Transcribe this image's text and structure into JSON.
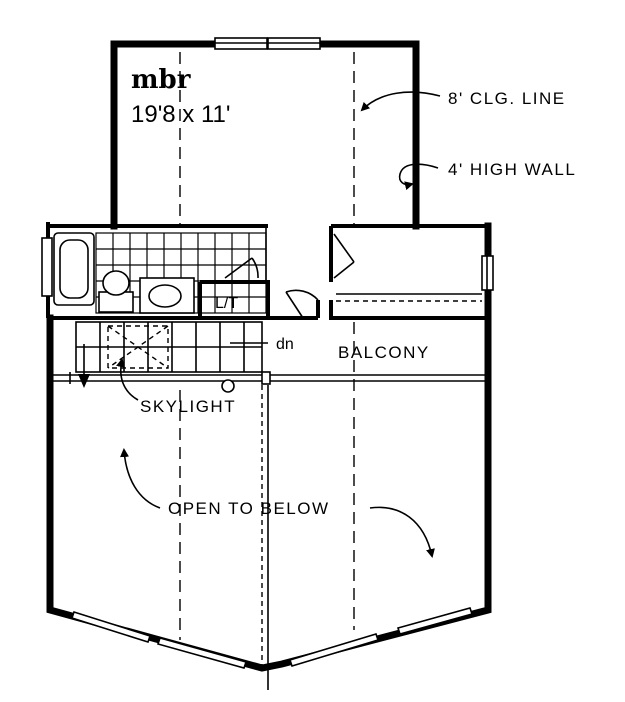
{
  "rooms": {
    "master_bedroom": {
      "name": "mbr",
      "size": "19'8 x 11'"
    },
    "linen_closet": "L/T",
    "balcony": "BALCONY",
    "open_area": "OPEN TO BELOW"
  },
  "annotations": {
    "ceiling_line": "8'  CLG.  LINE",
    "high_wall": "4'  HIGH WALL",
    "stair_down": "dn",
    "skylight": "SKYLIGHT"
  }
}
